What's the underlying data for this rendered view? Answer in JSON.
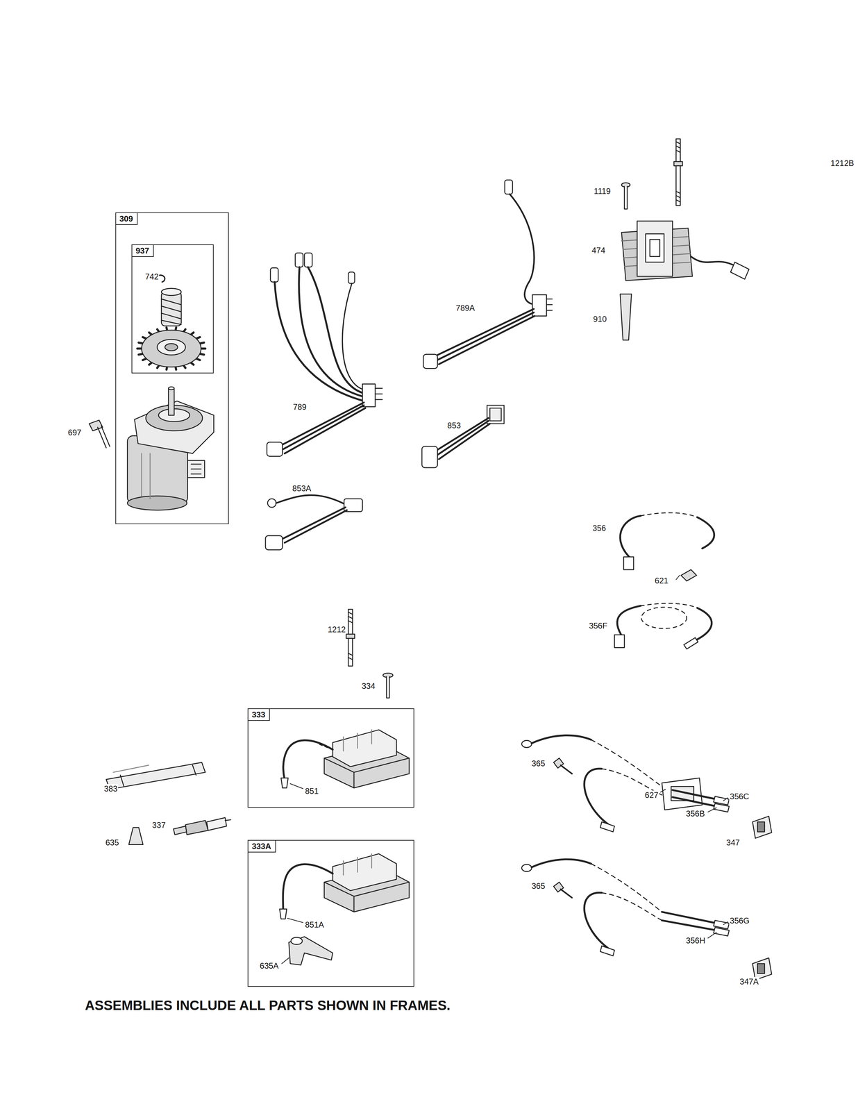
{
  "diagram": {
    "caption": "ASSEMBLIES INCLUDE ALL PARTS SHOWN IN FRAMES.",
    "nodes": [
      {
        "text": [
          "309"
        ]
      },
      {
        "text": [
          "937"
        ],
        "in": 0
      },
      {
        "text": [
          "333"
        ]
      },
      {
        "text": [
          "333A"
        ]
      }
    ],
    "labels": [
      "1212B",
      "1119",
      "474",
      "910",
      "789A",
      "789",
      "853",
      "853A",
      "697",
      "742",
      "356",
      "621",
      "356F",
      "1212",
      "334",
      "851",
      "383",
      "337",
      "635",
      "851A",
      "635A",
      "365",
      "627",
      "356C",
      "356B",
      "347",
      "365",
      "356G",
      "356H",
      "347A"
    ]
  }
}
